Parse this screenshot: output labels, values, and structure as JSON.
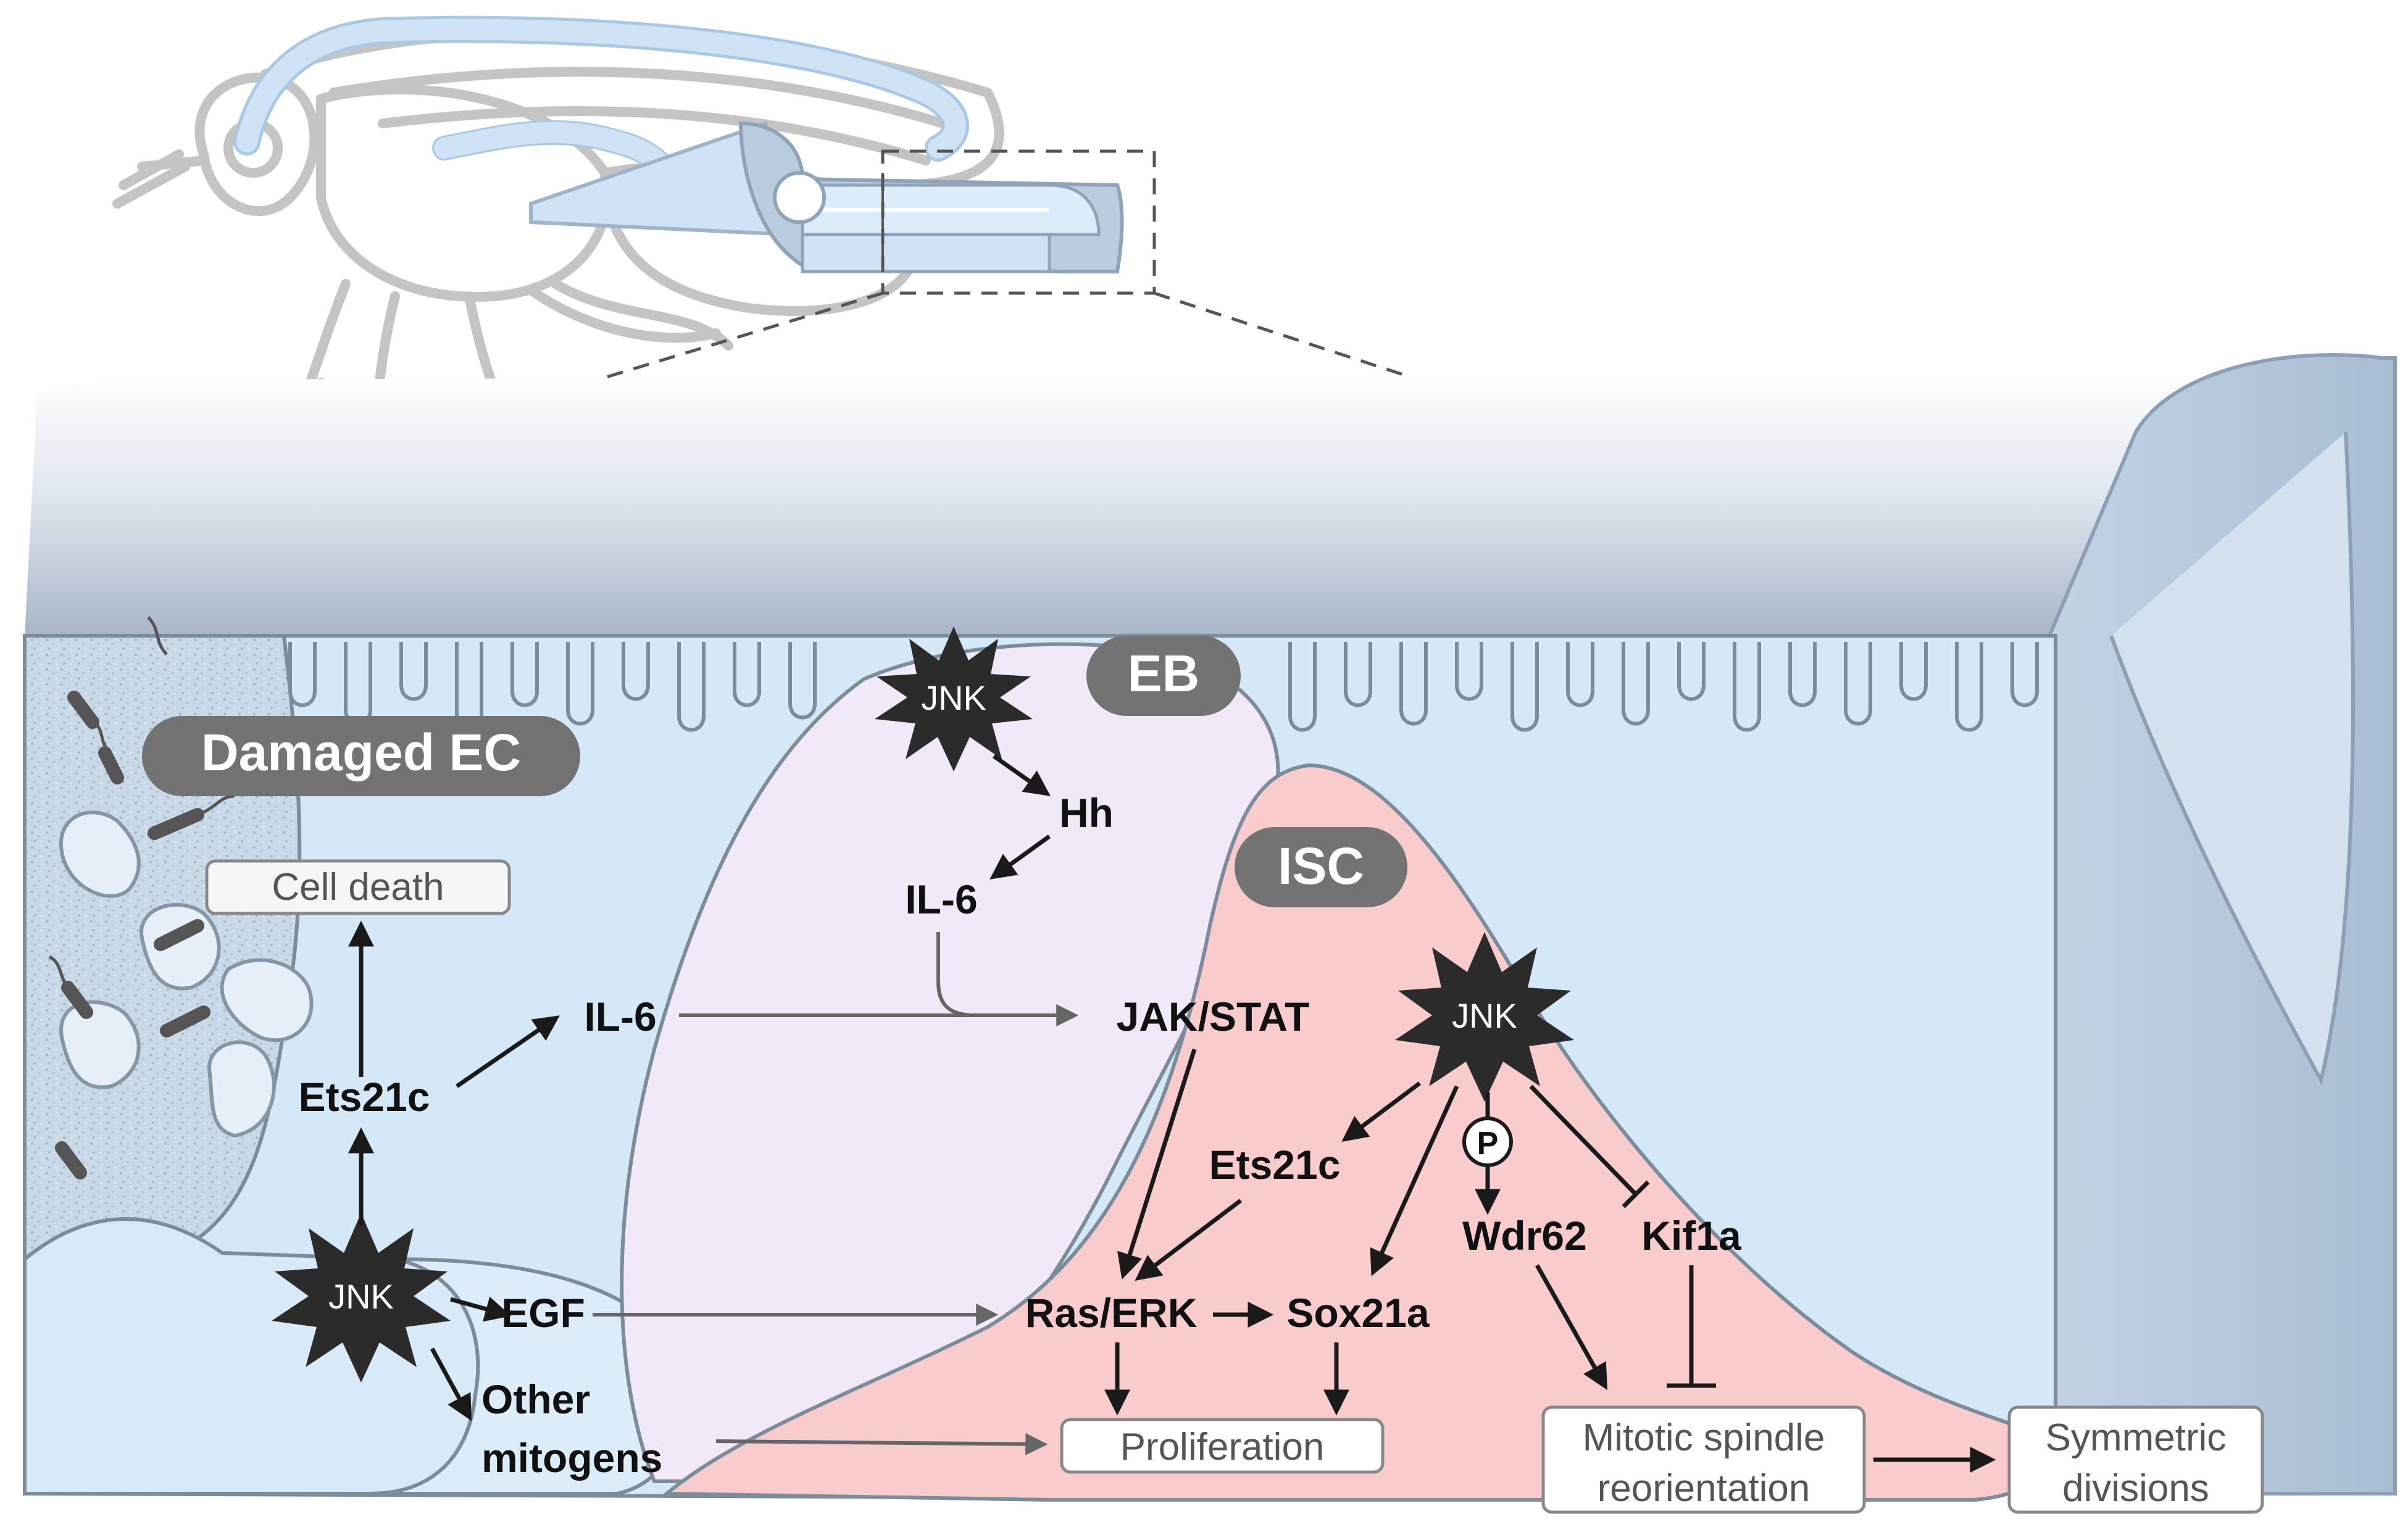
{
  "cells": {
    "damaged_ec": "Damaged EC",
    "eb": "EB",
    "isc": "ISC"
  },
  "nodes": {
    "jnk_ec": "JNK",
    "jnk_eb": "JNK",
    "jnk_isc": "JNK",
    "cell_death": "Cell death",
    "ets21c_ec": "Ets21c",
    "il6_ec": "IL-6",
    "egf": "EGF",
    "other_mitogens_1": "Other",
    "other_mitogens_2": "mitogens",
    "hh": "Hh",
    "il6_eb": "IL-6",
    "jak_stat": "JAK/STAT",
    "ets21c_isc": "Ets21c",
    "p": "P",
    "wdr62": "Wdr62",
    "kif1a": "Kif1a",
    "ras_erk": "Ras/ERK",
    "sox21a": "Sox21a",
    "proliferation": "Proliferation",
    "mitotic_1": "Mitotic spindle",
    "mitotic_2": "reorientation",
    "symmetric_1": "Symmetric",
    "symmetric_2": "divisions"
  },
  "colors": {
    "ec_blue": "#d5e8f7",
    "eb_purple": "#f1e8f8",
    "isc_pink": "#f8cccc",
    "tag_gray": "#737373",
    "jnk_black": "#2b2b2b"
  }
}
